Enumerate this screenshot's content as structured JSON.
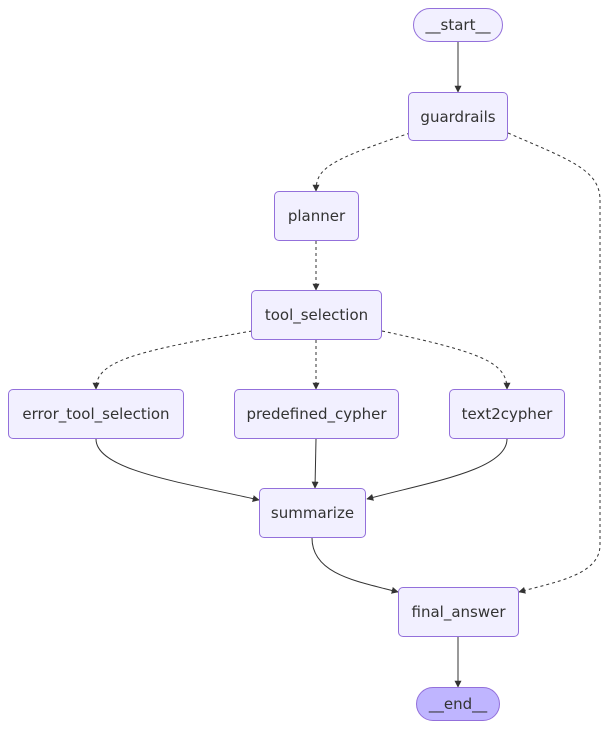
{
  "nodes": {
    "start": "__start__",
    "guardrails": "guardrails",
    "planner": "planner",
    "tool_selection": "tool_selection",
    "error_tool_selection": "error_tool_selection",
    "predefined_cypher": "predefined_cypher",
    "text2cypher": "text2cypher",
    "summarize": "summarize",
    "final_answer": "final_answer",
    "end": "__end__"
  },
  "edges": [
    {
      "from": "start",
      "to": "guardrails",
      "style": "solid"
    },
    {
      "from": "guardrails",
      "to": "planner",
      "style": "dotted"
    },
    {
      "from": "guardrails",
      "to": "final_answer",
      "style": "dotted"
    },
    {
      "from": "planner",
      "to": "tool_selection",
      "style": "dotted"
    },
    {
      "from": "tool_selection",
      "to": "error_tool_selection",
      "style": "dotted"
    },
    {
      "from": "tool_selection",
      "to": "predefined_cypher",
      "style": "dotted"
    },
    {
      "from": "tool_selection",
      "to": "text2cypher",
      "style": "dotted"
    },
    {
      "from": "error_tool_selection",
      "to": "summarize",
      "style": "solid"
    },
    {
      "from": "predefined_cypher",
      "to": "summarize",
      "style": "solid"
    },
    {
      "from": "text2cypher",
      "to": "summarize",
      "style": "solid"
    },
    {
      "from": "summarize",
      "to": "final_answer",
      "style": "solid"
    },
    {
      "from": "final_answer",
      "to": "end",
      "style": "solid"
    }
  ],
  "colors": {
    "node_fill": "#f2f0ff",
    "node_border": "#9370db",
    "end_fill": "#bfb5ff",
    "edge": "#333333"
  }
}
